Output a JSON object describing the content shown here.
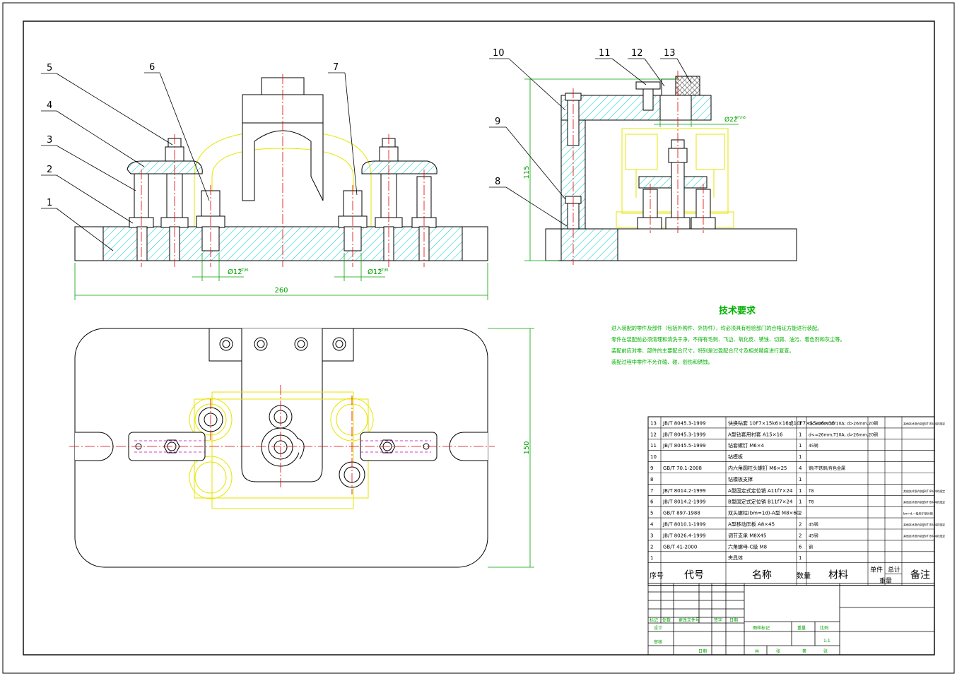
{
  "colors": {
    "outline": "#000000",
    "hatch": "#00c8c8",
    "center": "#e00000",
    "dim": "#00a000",
    "ghost": "#e6e600",
    "hidden": "#c000c0",
    "note": "#00b000"
  },
  "front_view": {
    "callouts": [
      "5",
      "4",
      "3",
      "2",
      "1",
      "6",
      "7"
    ],
    "dim_total": "260",
    "dim_pin_left": "Ø12",
    "dim_pin_left_tol": "H7/f6",
    "dim_pin_right": "Ø12",
    "dim_pin_right_tol": "H7/f6"
  },
  "side_view": {
    "callouts": [
      "10",
      "11",
      "12",
      "13",
      "9",
      "8"
    ],
    "dim_height": "115",
    "dim_bush": "Ø22",
    "dim_bush_tol": "H7/n6"
  },
  "top_view": {
    "dim_height": "150"
  },
  "tech": {
    "title": "技术要求",
    "lines": [
      "进入装配的零件及部件（包括外购件、外协件），均必须具有检验部门的合格证方能进行装配。",
      "零件在装配前必须清理和清洗干净，不得有毛刺、飞边、氧化皮、锈蚀、切屑、油污、着色剂和灰尘等。",
      "装配前应对零、部件的主要配合尺寸，特别是过盈配合尺寸及相关精度进行复查。",
      "装配过程中零件不允许磕、碰、划伤和锈蚀。"
    ]
  },
  "bom": {
    "rows": [
      {
        "no": "13",
        "code": "JB/T 8045.3-1999",
        "name": "快换钻套 10F7×15k6×16或10F7×15m6×16",
        "qty": "1",
        "mat": "d<=26mm,T10A; d>26mm,20钢",
        "note": "其他技术条件按JB/T 8044的规定"
      },
      {
        "no": "12",
        "code": "JB/T 8045.3-1999",
        "name": "A型钻套用衬套 A15×16",
        "qty": "1",
        "mat": "d<=26mm,T10A; d>26mm,20钢",
        "note": ""
      },
      {
        "no": "11",
        "code": "JB/T 8045.5-1999",
        "name": "钻套螺钉 M6×4",
        "qty": "1",
        "mat": "45钢",
        "note": ""
      },
      {
        "no": "10",
        "code": "",
        "name": "钻模板",
        "qty": "1",
        "mat": "",
        "note": ""
      },
      {
        "no": "9",
        "code": "GB/T 70.1-2008",
        "name": "内六角圆柱头螺钉 M6×25",
        "qty": "4",
        "mat": "钢/不锈钢/有色金属",
        "note": ""
      },
      {
        "no": "8",
        "code": "",
        "name": "钻模板支撑",
        "qty": "1",
        "mat": "",
        "note": ""
      },
      {
        "no": "7",
        "code": "JB/T 8014.2-1999",
        "name": "A型固定式定位销 A11f7×24",
        "qty": "1",
        "mat": "T8",
        "note": "其他技术条件按JB/T 8044的规定"
      },
      {
        "no": "6",
        "code": "JB/T 8014.2-1999",
        "name": "B型固定式定位销 B11f7×24",
        "qty": "1",
        "mat": "T8",
        "note": "其他技术条件按JB/T 8044的规定"
      },
      {
        "no": "5",
        "code": "GB/T 897-1988",
        "name": "双头螺柱(bm=1d)-A型 M8×60",
        "qty": "2",
        "mat": "",
        "note": "bm=d,一般用于钢对钢"
      },
      {
        "no": "4",
        "code": "JB/T 8010.1-1999",
        "name": "A型移动压板 A8×45",
        "qty": "2",
        "mat": "45钢",
        "note": "其他技术条件按JB/T 8044的规定"
      },
      {
        "no": "3",
        "code": "JB/T 8026.4-1999",
        "name": "调节支承 M8X45",
        "qty": "2",
        "mat": "45钢",
        "note": "其他技术条件按JB/T 8044的规定"
      },
      {
        "no": "2",
        "code": "GB/T 41-2000",
        "name": "六角螺母-C级 M8",
        "qty": "6",
        "mat": "钢",
        "note": ""
      },
      {
        "no": "1",
        "code": "",
        "name": "夹具体",
        "qty": "1",
        "mat": "",
        "note": ""
      }
    ],
    "header": {
      "no": "序号",
      "code": "代号",
      "name": "名称",
      "qty": "数量",
      "mat": "材料",
      "unit": "单件",
      "total": "总计",
      "weight": "重量",
      "note": "备注"
    }
  },
  "titleblock": {
    "mark": "标记",
    "count": "处数",
    "file": "更改文件号",
    "sign": "签字",
    "date": "日期",
    "design": "设计",
    "audit": "审核",
    "approve": "日期",
    "stage": "图样标记",
    "weight": "重量",
    "scale": "比例",
    "scale_val": "1:1",
    "sheets": "共",
    "sheet": "张",
    "of": "第",
    "of2": "张"
  }
}
